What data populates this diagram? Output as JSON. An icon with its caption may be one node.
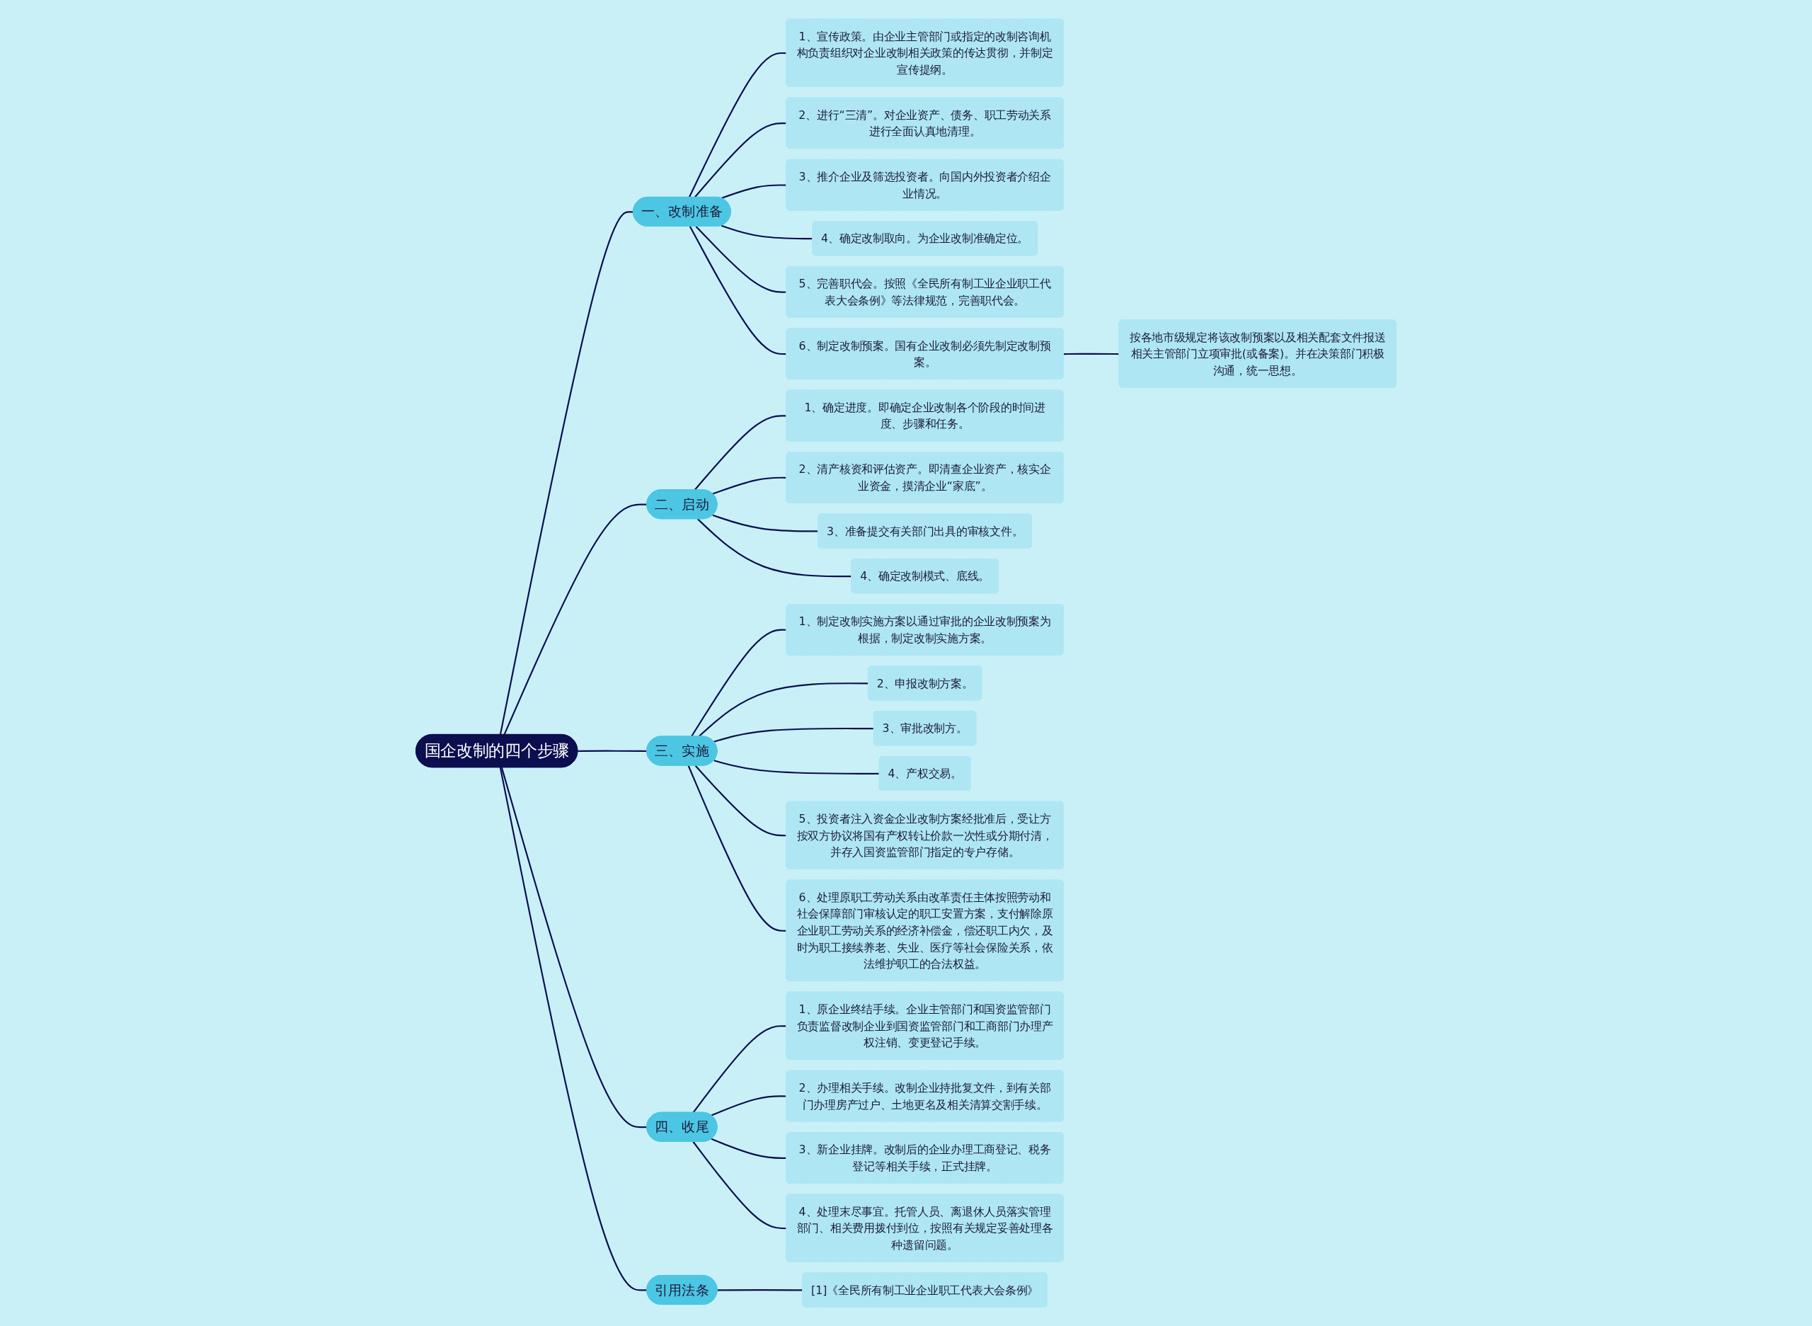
{
  "diagram": {
    "nodes": [
      {
        "text": [
          "国企改制的四个步骤"
        ]
      },
      {
        "text": [
          "一、改制准备"
        ]
      },
      {
        "text": [
          "1、宣传政策。由企业主管部门或指定的改制咨询机构负责组织对企业改制相关政策的传达贯彻，并制定宣传提纲。"
        ]
      },
      {
        "text": [
          "2、进行“三清”。对企业资产、债务、职工劳动关系进行全面认真地清理。"
        ]
      },
      {
        "text": [
          "3、推介企业及筛选投资者。向国内外投资者介绍企业情况。"
        ]
      },
      {
        "text": [
          "4、确定改制取向。为企业改制准确定位。"
        ]
      },
      {
        "text": [
          "5、完善职代会。按照《全民所有制工业企业职工代表大会条例》等法律规范，完善职代会。"
        ]
      },
      {
        "text": [
          "6、制定改制预案。国有企业改制必须先制定改制预案。"
        ]
      },
      {
        "text": [
          "按各地市级规定将该改制预案以及相关配套文件报送相关主管部门立项审批(或备案)。并在决策部门积极沟通，统一思想。"
        ]
      },
      {
        "text": [
          "二、启动"
        ]
      },
      {
        "text": [
          "1、确定进度。即确定企业改制各个阶段的时间进度、步骤和任务。"
        ]
      },
      {
        "text": [
          "2、清产核资和评估资产。即清查企业资产，核实企业资金，摸清企业“家底”。"
        ]
      },
      {
        "text": [
          "3、准备提交有关部门出具的审核文件。"
        ]
      },
      {
        "text": [
          "4、确定改制模式、底线。"
        ]
      },
      {
        "text": [
          "三、实施"
        ]
      },
      {
        "text": [
          "1、制定改制实施方案以通过审批的企业改制预案为根据，制定改制实施方案。"
        ]
      },
      {
        "text": [
          "2、申报改制方案。"
        ]
      },
      {
        "text": [
          "3、审批改制方。"
        ]
      },
      {
        "text": [
          "4、产权交易。"
        ]
      },
      {
        "text": [
          "5、投资者注入资金企业改制方案经批准后，受让方按双方协议将国有产权转让价款一次性或分期付清，并存入国资监管部门指定的专户存储。"
        ]
      },
      {
        "text": [
          "6、处理原职工劳动关系由改革责任主体按照劳动和社会保障部门审核认定的职工安置方案，支付解除原企业职工劳动关系的经济补偿金，偿还职工内欠，及时为职工接续养老、失业、医疗等社会保险关系，依法维护职工的合法权益。"
        ]
      },
      {
        "text": [
          "四、收尾"
        ]
      },
      {
        "text": [
          "1、原企业终结手续。企业主管部门和国资监管部门负责监督改制企业到国资监管部门和工商部门办理产权注销、变更登记手续。"
        ]
      },
      {
        "text": [
          "2、办理相关手续。改制企业持批复文件，到有关部门办理房产过户、土地更名及相关清算交割手续。"
        ]
      },
      {
        "text": [
          "3、新企业挂牌。改制后的企业办理工商登记、税务登记等相关手续，正式挂牌。"
        ]
      },
      {
        "text": [
          "4、处理末尽事宜。托管人员、离退休人员落实管理部门、相关费用拨付到位，按照有关规定妥善处理各种遗留问题。"
        ]
      },
      {
        "text": [
          "引用法条"
        ]
      },
      {
        "text": [
          "[1]《全民所有制工业企业职工代表大会条例》"
        ]
      }
    ],
    "edges": [
      {
        "from": 0,
        "to": 1,
        "arrow": "none"
      },
      {
        "from": 1,
        "to": 2,
        "arrow": "none"
      },
      {
        "from": 1,
        "to": 3,
        "arrow": "none"
      },
      {
        "from": 1,
        "to": 4,
        "arrow": "none"
      },
      {
        "from": 1,
        "to": 5,
        "arrow": "none"
      },
      {
        "from": 1,
        "to": 6,
        "arrow": "none"
      },
      {
        "from": 1,
        "to": 7,
        "arrow": "none"
      },
      {
        "from": 7,
        "to": 8,
        "arrow": "none"
      },
      {
        "from": 0,
        "to": 9,
        "arrow": "none"
      },
      {
        "from": 9,
        "to": 10,
        "arrow": "none"
      },
      {
        "from": 9,
        "to": 11,
        "arrow": "none"
      },
      {
        "from": 9,
        "to": 12,
        "arrow": "none"
      },
      {
        "from": 9,
        "to": 13,
        "arrow": "none"
      },
      {
        "from": 0,
        "to": 14,
        "arrow": "none"
      },
      {
        "from": 14,
        "to": 15,
        "arrow": "none"
      },
      {
        "from": 14,
        "to": 16,
        "arrow": "none"
      },
      {
        "from": 14,
        "to": 17,
        "arrow": "none"
      },
      {
        "from": 14,
        "to": 18,
        "arrow": "none"
      },
      {
        "from": 14,
        "to": 19,
        "arrow": "none"
      },
      {
        "from": 14,
        "to": 20,
        "arrow": "none"
      },
      {
        "from": 0,
        "to": 21,
        "arrow": "none"
      },
      {
        "from": 21,
        "to": 22,
        "arrow": "none"
      },
      {
        "from": 21,
        "to": 23,
        "arrow": "none"
      },
      {
        "from": 21,
        "to": 24,
        "arrow": "none"
      },
      {
        "from": 21,
        "to": 25,
        "arrow": "none"
      },
      {
        "from": 0,
        "to": 26,
        "arrow": "none"
      },
      {
        "from": 26,
        "to": 27,
        "arrow": "none"
      }
    ]
  }
}
